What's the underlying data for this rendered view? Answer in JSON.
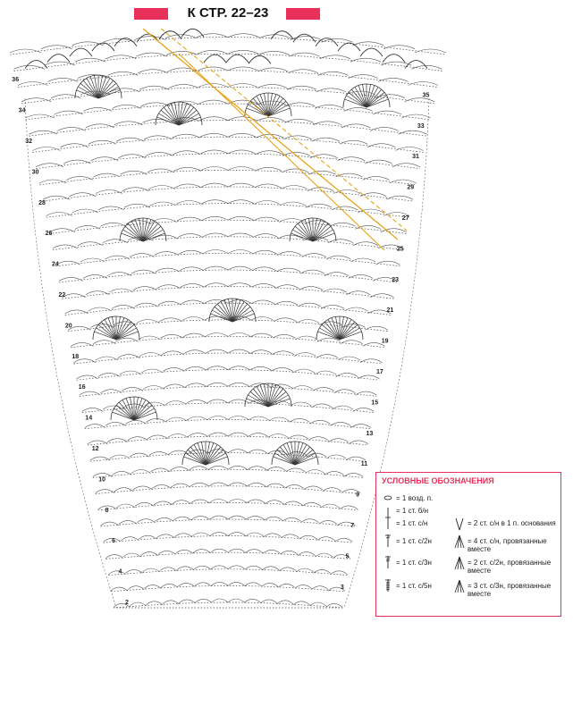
{
  "header": {
    "title": "К СТР. 22–23",
    "accent": "#e8305a"
  },
  "diagram": {
    "guide_line_color": "#e8a317",
    "row_numbers": [
      "2",
      "3",
      "4",
      "5",
      "6",
      "7",
      "8",
      "9",
      "10",
      "11",
      "12",
      "13",
      "14",
      "15",
      "16",
      "17",
      "18",
      "19",
      "20",
      "21",
      "22",
      "23",
      "24",
      "25",
      "26",
      "27",
      "28",
      "29",
      "30",
      "31",
      "32",
      "33",
      "34",
      "35",
      "36"
    ]
  },
  "legend": {
    "title": "УСЛОВНЫЕ ОБОЗНАЧЕНИЯ",
    "left_items": [
      "= 1 возд. п.",
      "= 1 ст. б/н",
      "= 1 ст. с/н",
      "= 1 ст. с/2н",
      "= 1 ст. с/3н",
      "= 1 ст. с/5н"
    ],
    "right_items": [
      "= 2 ст. с/н в 1 п. основания",
      "= 4 ст. с/н, провязанные вместе",
      "= 2 ст. с/2н, провязанные вместе",
      "= 3 ст. с/3н, провязанные вместе"
    ],
    "left_icons": [
      "chain-icon",
      "single-crochet-icon",
      "double-crochet-icon",
      "treble-crochet-icon",
      "double-treble-icon",
      "quintuple-treble-icon"
    ],
    "right_icons": [
      "v-stitch-icon",
      "four-dc-cluster-icon",
      "two-tr-cluster-icon",
      "three-dtr-cluster-icon"
    ]
  }
}
